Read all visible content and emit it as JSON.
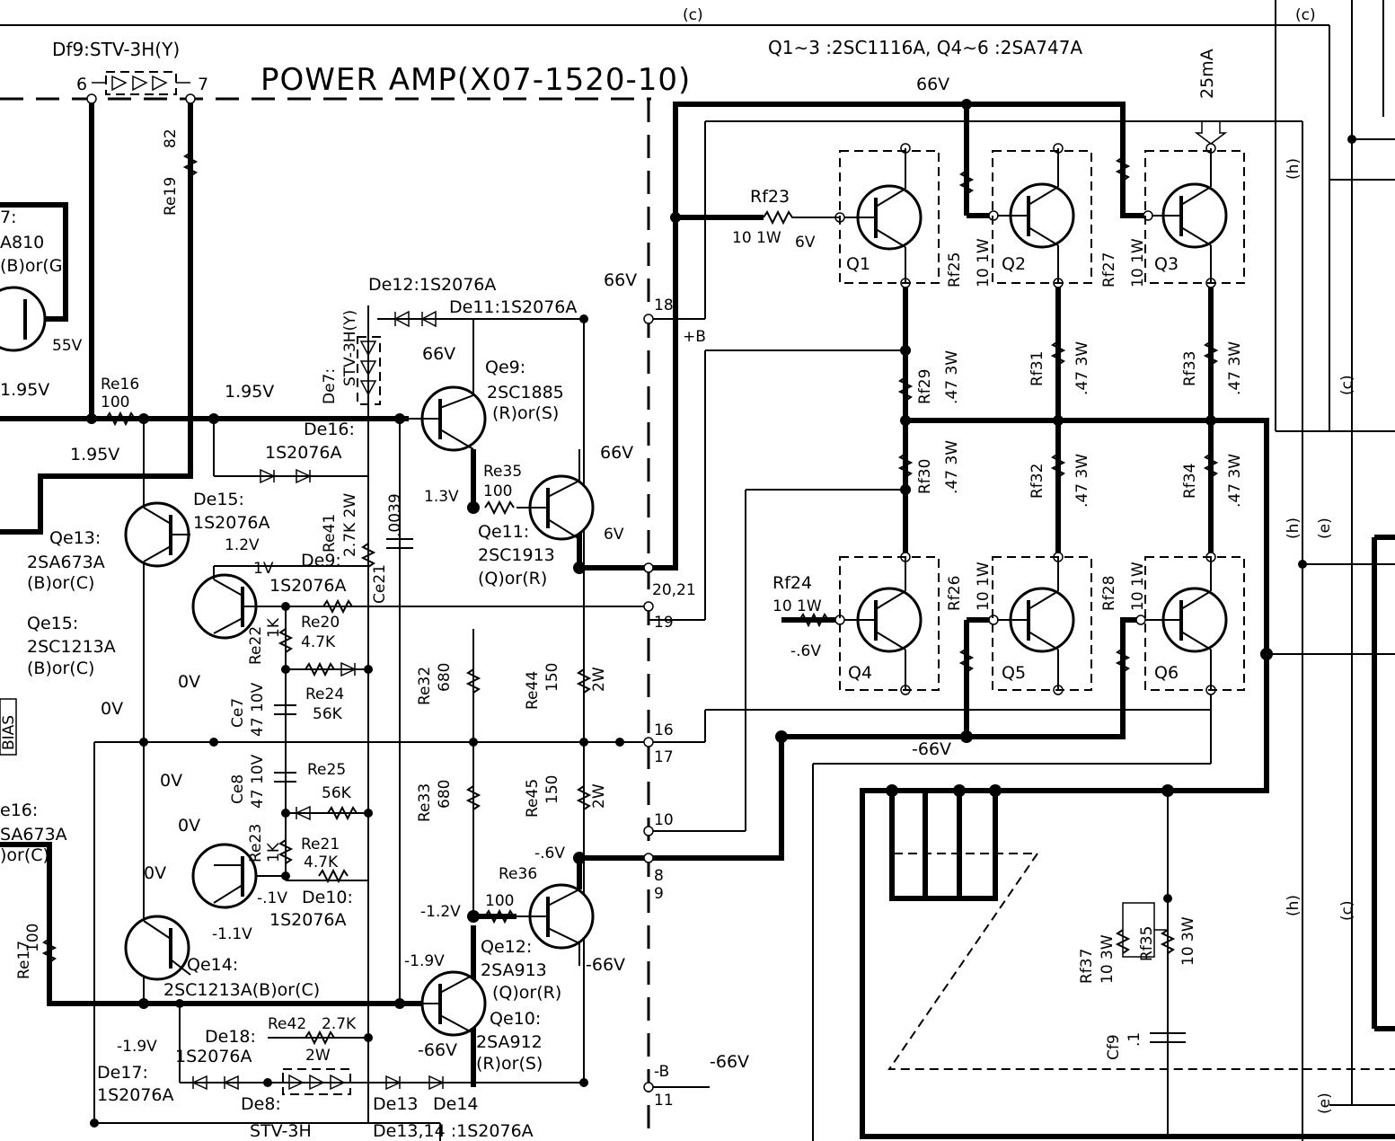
{
  "title": "POWER AMP(X07-1520-10)",
  "header_parts": "Q1∼3 :2SC1116A, Q4∼6 :2SA747A",
  "df9_label": "Df9:STV-3H(Y)",
  "labels": {
    "v66": "66V",
    "v_neg66": "-66V",
    "v6": "6V",
    "v_neg6": "-.6V",
    "v55": "55V",
    "v195": "1.95V",
    "v13": "1.3V",
    "v12": "1.2V",
    "v1": "1V",
    "v0": "0V",
    "v_neg12": "-1.2V",
    "v_neg19": "-1.9V",
    "v_neg1": "-.1V",
    "v_neg11": "-1.1V",
    "ma25": "25mA",
    "plus_b": "+B",
    "minus_b": "-B",
    "wire_c": "(c)",
    "wire_h": "(h)",
    "wire_e": "(e)",
    "bias": "BIAS",
    "pin6": "6",
    "pin7": "7"
  },
  "parts": {
    "q1": "Q1",
    "q2": "Q2",
    "q3": "Q3",
    "q4": "Q4",
    "q5": "Q5",
    "q6": "Q6",
    "qe9": "Qe9:",
    "qe9_type": "2SC1885",
    "qe9_rank": "(R)or(S)",
    "qe11": "Qe11:",
    "qe11_type": "2SC1913",
    "qe11_rank": "(Q)or(R)",
    "qe12": "Qe12:",
    "qe12_type": "2SA913",
    "qe12_rank": "(Q)or(R)",
    "qe10": "Qe10:",
    "qe10_type": "2SA912",
    "qe10_rank": "(R)or(S)",
    "qe13": "Qe13:",
    "qe13_type": "2SA673A",
    "qe13_rank": "(B)or(C)",
    "qe15": "Qe15:",
    "qe15_type": "2SC1213A",
    "qe15_rank": "(B)or(C)",
    "qe14": "Qe14:",
    "qe14_type": "2SC1213A(B)or(C)",
    "qe16": "e16:",
    "qe16_type": "SA673A",
    "qe16_rank": ")or(C)",
    "q7_partial": "7:",
    "q7_type": "A810",
    "q7_rank": "(B)or(G)",
    "de12": "De12:1S2076A",
    "de11": "De11:1S2076A",
    "de7": "De7:",
    "de7_type": "STV-3H(Y)",
    "de16": "De16:",
    "de16_type": "1S2076A",
    "de15": "De15:",
    "de15_type": "1S2076A",
    "de9": "De9:",
    "de9_type": "1S2076A",
    "de10": "De10:",
    "de10_type": "1S2076A",
    "de18": "De18:",
    "de18_type": "1S2076A",
    "de17": "De17:",
    "de17_type": "1S2076A",
    "de8": "De8:",
    "de8_type": "STV-3H",
    "de13": "De13",
    "de14": "De14",
    "de13_14": "De13,14 :1S2076A",
    "rf23": "Rf23",
    "rf23_val": "10 1W",
    "rf24": "Rf24",
    "rf24_val": "10 1W",
    "rf25": "Rf25",
    "rf25_val": "10 1W",
    "rf26": "Rf26",
    "rf26_val": "10 1W",
    "rf27": "Rf27",
    "rf27_val": "10 1W",
    "rf28": "Rf28",
    "rf28_val": "10 1W",
    "rf29": "Rf29",
    "rf29_val": ".47 3W",
    "rf30": "Rf30",
    "rf30_val": ".47 3W",
    "rf31": "Rf31",
    "rf31_val": ".47 3W",
    "rf32": "Rf32",
    "rf32_val": ".47 3W",
    "rf33": "Rf33",
    "rf33_val": ".47 3W",
    "rf34": "Rf34",
    "rf34_val": ".47 3W",
    "rf35": "Rf35",
    "rf35_val": "10 3W",
    "rf37": "Rf37",
    "rf37_val": "10 3W",
    "cf9": "Cf9",
    "cf9_val": ".1",
    "re19": "Re19",
    "re19_val": "82",
    "re16": "Re16",
    "re16_val": "100",
    "re17": "Re17",
    "re17_val": "100",
    "re35": "Re35",
    "re35_val": "100",
    "re36": "Re36",
    "re36_val": "100",
    "re41": "Re41",
    "re41_val": "2.7K 2W",
    "re20": "Re20",
    "re20_val": "4.7K",
    "re21": "Re21",
    "re21_val": "4.7K",
    "re22": "Re22",
    "re22_val": "1K",
    "re23": "Re23",
    "re23_val": "1K",
    "re24": "Re24",
    "re24_val": "56K",
    "re25": "Re25",
    "re25_val": "56K",
    "re32": "Re32",
    "re32_val": "680",
    "re33": "Re33",
    "re33_val": "680",
    "re44": "Re44",
    "re44_val": "150",
    "re45": "Re45",
    "re45_val": "150",
    "re_2w": "2W",
    "re42": "Re42",
    "re42_val": "2.7K",
    "re42_w": "2W",
    "ce21": "Ce21",
    "ce21_val": ".0039",
    "ce7": "Ce7",
    "ce7_val": "47 10V",
    "ce8": "Ce8",
    "ce8_val": "47 10V"
  },
  "terminals": {
    "t18": "18",
    "t2021": "20,21",
    "t19": "19",
    "t16": "16",
    "t17": "17",
    "t10": "10",
    "t8": "8",
    "t9": "9",
    "t11": "11"
  }
}
